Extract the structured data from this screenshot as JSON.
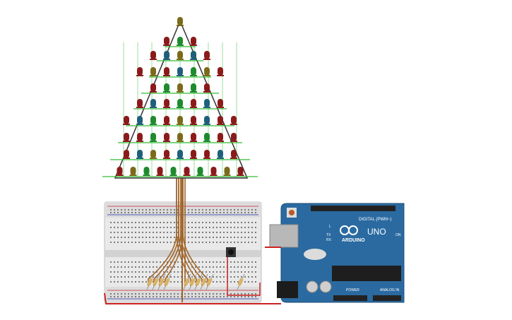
{
  "board": {
    "brand": "ARDUINO",
    "model": "UNO",
    "digital_label": "DIGITAL (PWM~)",
    "power_label": "POWER",
    "analog_label": "ANALOG IN",
    "on_label": "ON",
    "l_label": "L",
    "tx_label": "TX",
    "rx_label": "RX"
  },
  "colors": {
    "led_red": "#8b1a1a",
    "led_blue": "#1f5f7a",
    "led_green": "#1f8a2e",
    "led_yellow": "#7a6a1a",
    "arduino_blue": "#2a6aa0",
    "wire_brown": "#a0662c",
    "wire_red": "#cc2222",
    "wire_green": "#33bb33"
  },
  "tree": {
    "rows": [
      [
        "yellow"
      ],
      [
        "red",
        "green",
        "red"
      ],
      [
        "red",
        "blue",
        "yellow",
        "blue",
        "red"
      ],
      [
        "red",
        "yellow",
        "red",
        "blue",
        "green",
        "yellow",
        "red"
      ],
      [
        "red",
        "green",
        "yellow",
        "green",
        "red"
      ],
      [
        "red",
        "blue",
        "red",
        "green",
        "red",
        "blue",
        "red"
      ],
      [
        "red",
        "blue",
        "green",
        "red",
        "yellow",
        "red",
        "blue",
        "red",
        "red"
      ],
      [
        "red",
        "red",
        "green",
        "red",
        "yellow",
        "red",
        "green",
        "red",
        "red"
      ],
      [
        "red",
        "blue",
        "yellow",
        "red",
        "blue",
        "red",
        "red",
        "blue",
        "red"
      ],
      [
        "red",
        "yellow",
        "green",
        "red",
        "green",
        "red",
        "green",
        "red",
        "yellow",
        "red"
      ]
    ]
  }
}
